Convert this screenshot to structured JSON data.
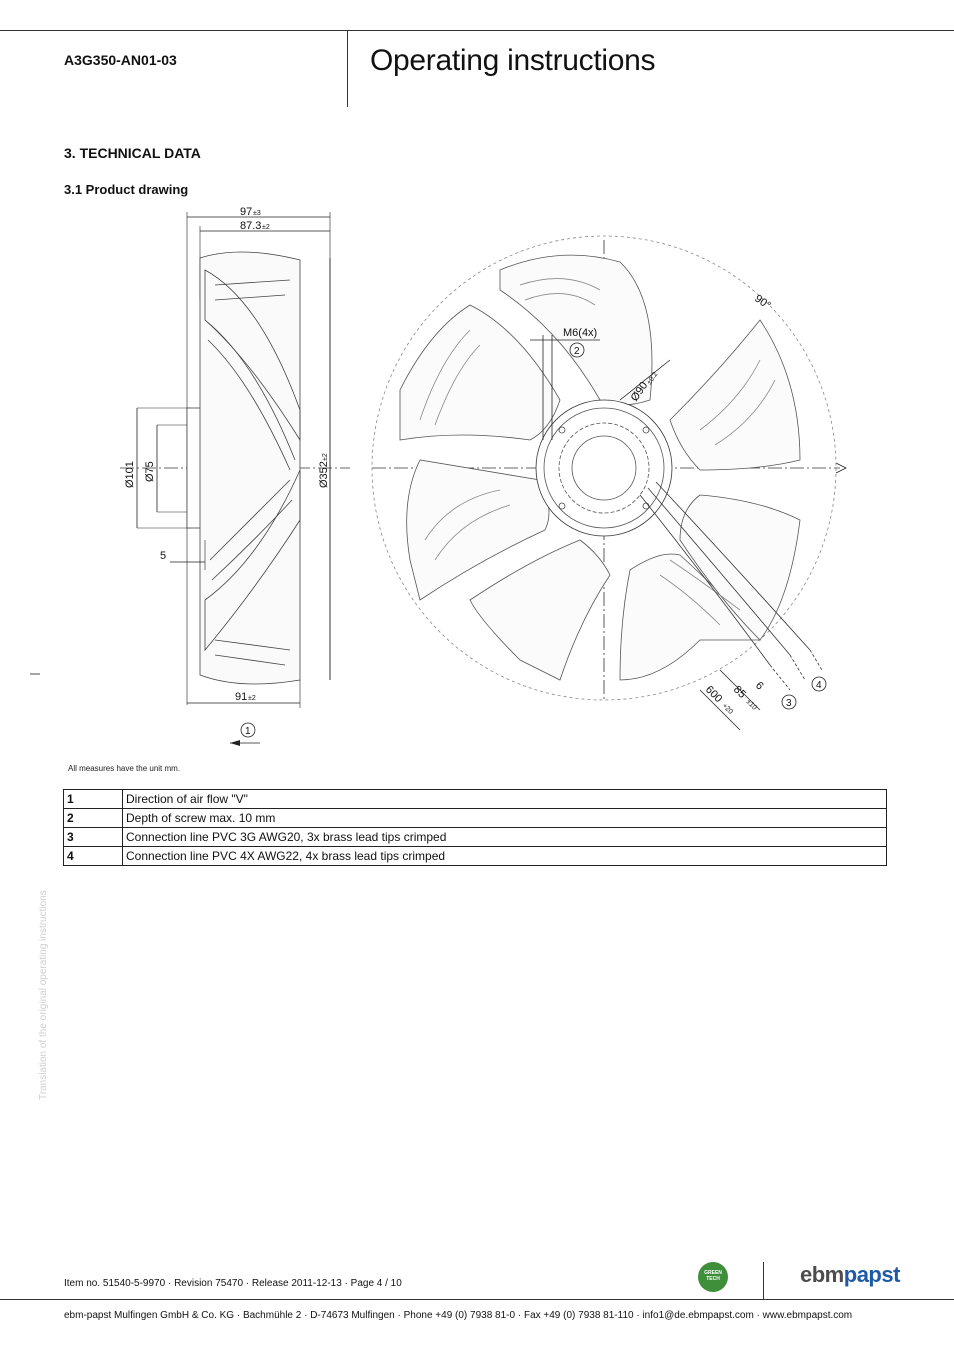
{
  "header": {
    "model": "A3G350-AN01-03",
    "title": "Operating instructions"
  },
  "section": "3. TECHNICAL DATA",
  "subsection": "3.1 Product drawing",
  "drawing": {
    "dim_97": "97",
    "dim_97_tol": "±3",
    "dim_87": "87.3",
    "dim_87_tol": "±2",
    "dim_101": "Ø101",
    "dim_75": "Ø75",
    "dim_352": "Ø352",
    "dim_352_tol": "±2",
    "dim_5": "5",
    "dim_91": "91",
    "dim_91_tol": "±2",
    "m6": "M6(4x)",
    "angle": "90°",
    "dia90": "Ø90",
    "dia90_tol": "±0.2",
    "len_600": "600",
    "len_600_tol": "+20",
    "len_85": "85",
    "len_85_tol": "±10",
    "len_6": "6",
    "callout_1": "1",
    "callout_2": "2",
    "callout_3": "3",
    "callout_4": "4"
  },
  "note": "All measures have the unit mm.",
  "legend": [
    {
      "num": "1",
      "text": "Direction of air flow \"V\""
    },
    {
      "num": "2",
      "text": "Depth of screw max. 10 mm"
    },
    {
      "num": "3",
      "text": "Connection line PVC 3G AWG20, 3x brass lead tips crimped"
    },
    {
      "num": "4",
      "text": "Connection line PVC 4X AWG22, 4x brass lead tips crimped"
    }
  ],
  "side_text": "Translation of the original operating instructions",
  "item_line": "Item no. 51540-5-9970 · Revision 75470 · Release 2011-12-13 · Page 4 / 10",
  "green_badge": "GREEN TECH",
  "logo": {
    "part1": "ebm",
    "part2": "papst"
  },
  "footer": "ebm-papst Mulfingen GmbH & Co. KG · Bachmühle 2 · D-74673 Mulfingen · Phone +49 (0) 7938 81-0 · Fax +49 (0) 7938 81-110 · info1@de.ebmpapst.com · www.ebmpapst.com",
  "colors": {
    "logo_blue": "#1f5aa6",
    "logo_grey": "#4d4d4d",
    "green_badge": "#3f8f3a"
  }
}
